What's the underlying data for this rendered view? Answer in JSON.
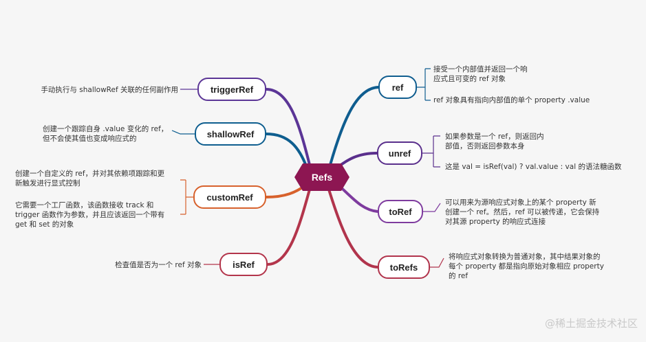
{
  "center": {
    "label": "Refs",
    "color": "#8d1652"
  },
  "right_nodes": [
    {
      "label": "ref",
      "color": "#0f5d8f",
      "notes": [
        "接受一个内部值并返回一个响\n应式且可变的 ref 对象",
        "ref 对象具有指向内部值的单个 property .value"
      ]
    },
    {
      "label": "unref",
      "color": "#5a2f8c",
      "notes": [
        "如果参数是一个 ref，则返回内\n部值，否则返回参数本身",
        "这是 val = isRef(val) ? val.value : val 的语法糖函数"
      ]
    },
    {
      "label": "toRef",
      "color": "#7e3b9e",
      "notes": [
        "可以用来为源响应式对象上的某个 property 新\n创建一个 ref。然后，ref 可以被传递，它会保持\n对其源 property 的响应式连接"
      ]
    },
    {
      "label": "toRefs",
      "color": "#b1344c",
      "notes": [
        "将响应式对象转换为普通对象，其中结果对象的\n每个 property 都是指向原始对象相应 property\n的 ref"
      ]
    }
  ],
  "left_nodes": [
    {
      "label": "triggerRef",
      "color": "#5b3596",
      "notes": [
        "手动执行与 shallowRef 关联的任何副作用"
      ]
    },
    {
      "label": "shallowRef",
      "color": "#0e5e8f",
      "notes": [
        "创建一个跟踪自身 .value 变化的 ref，\n但不会使其值也变成响应式的"
      ]
    },
    {
      "label": "customRef",
      "color": "#d7612c",
      "notes": [
        "创建一个自定义的 ref，并对其依赖项跟踪和更\n新触发进行显式控制",
        "它需要一个工厂函数，该函数接收 track 和\ntrigger 函数作为参数，并且应该返回一个带有\nget 和 set 的对象"
      ]
    },
    {
      "label": "isRef",
      "color": "#b3354b",
      "notes": [
        "检查值是否为一个 ref 对象"
      ]
    }
  ],
  "watermark": "@稀土掘金技术社区"
}
